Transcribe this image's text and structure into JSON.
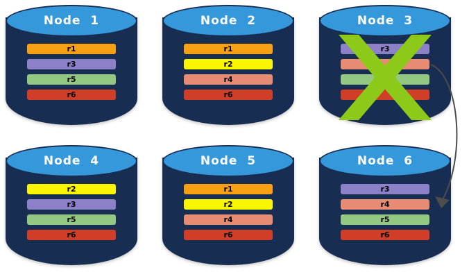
{
  "diagram": {
    "title": "Distributed database node replication with node failure",
    "palette": {
      "background": "#ffffff",
      "cylinder_body": "#182d52",
      "cylinder_top": "#3498db",
      "fail_marker": "#8CC919",
      "arrow": "#4d4d4d",
      "label_text": "#ffffff",
      "record_text": "#000000"
    },
    "record_colors": {
      "r1": "#F7A014",
      "r2": "#FAF500",
      "r3": "#8C81C9",
      "r4": "#E78B72",
      "r5": "#92C882",
      "r6": "#D13E28"
    },
    "nodes": [
      {
        "id": "node-1",
        "label": "Node  1",
        "failed": false,
        "records": [
          {
            "id": "r1",
            "label": "r1",
            "color": "#F7A014"
          },
          {
            "id": "r3",
            "label": "r3",
            "color": "#8C81C9"
          },
          {
            "id": "r5",
            "label": "r5",
            "color": "#92C882"
          },
          {
            "id": "r6",
            "label": "r6",
            "color": "#D13E28"
          }
        ]
      },
      {
        "id": "node-2",
        "label": "Node  2",
        "failed": false,
        "records": [
          {
            "id": "r1",
            "label": "r1",
            "color": "#F7A014"
          },
          {
            "id": "r2",
            "label": "r2",
            "color": "#FAF500"
          },
          {
            "id": "r4",
            "label": "r4",
            "color": "#E78B72"
          },
          {
            "id": "r6",
            "label": "r6",
            "color": "#D13E28"
          }
        ]
      },
      {
        "id": "node-3",
        "label": "Node  3",
        "failed": true,
        "records": [
          {
            "id": "r3",
            "label": "r3",
            "color": "#8C81C9"
          },
          {
            "id": "r4",
            "label": "",
            "color": "#E78B72"
          },
          {
            "id": "r5",
            "label": "",
            "color": "#92C882"
          },
          {
            "id": "r6",
            "label": "",
            "color": "#D13E28"
          }
        ]
      },
      {
        "id": "node-4",
        "label": "Node  4",
        "failed": false,
        "records": [
          {
            "id": "r2",
            "label": "r2",
            "color": "#FAF500"
          },
          {
            "id": "r3",
            "label": "r3",
            "color": "#8C81C9"
          },
          {
            "id": "r5",
            "label": "r5",
            "color": "#92C882"
          },
          {
            "id": "r6",
            "label": "r6",
            "color": "#D13E28"
          }
        ]
      },
      {
        "id": "node-5",
        "label": "Node  5",
        "failed": false,
        "records": [
          {
            "id": "r1",
            "label": "r1",
            "color": "#F7A014"
          },
          {
            "id": "r2",
            "label": "r2",
            "color": "#FAF500"
          },
          {
            "id": "r4",
            "label": "r4",
            "color": "#E78B72"
          },
          {
            "id": "r6",
            "label": "r6",
            "color": "#D13E28"
          }
        ]
      },
      {
        "id": "node-6",
        "label": "Node  6",
        "failed": false,
        "records": [
          {
            "id": "r3",
            "label": "r3",
            "color": "#8C81C9"
          },
          {
            "id": "r4",
            "label": "r4",
            "color": "#E78B72"
          },
          {
            "id": "r5",
            "label": "r5",
            "color": "#92C882"
          },
          {
            "id": "r6",
            "label": "r6",
            "color": "#D13E28"
          }
        ]
      }
    ],
    "annotations": {
      "failure_marker": {
        "on_node": "node-3",
        "shape": "x-cross"
      },
      "failover_arrow": {
        "from_node": "node-3",
        "to_node": "node-6",
        "style": "curved-arrow"
      }
    }
  }
}
